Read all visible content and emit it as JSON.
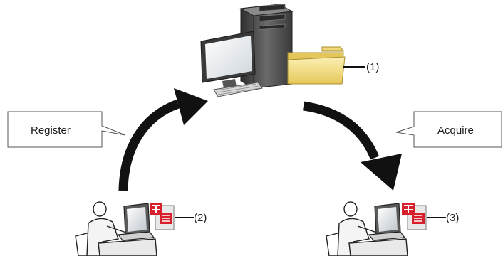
{
  "diagram": {
    "callouts": {
      "register": "Register",
      "acquire": "Acquire"
    },
    "labels": {
      "server_folder": "(1)",
      "sender_file": "(2)",
      "receiver_file": "(3)"
    },
    "icons": {
      "server": "desktop-computer-with-tower-icon",
      "folder": "shared-folder-icon",
      "sender": "person-at-laptop-icon",
      "receiver": "person-at-laptop-icon",
      "file": "project-file-icon"
    },
    "colors": {
      "arrow": "#111111",
      "folder": "#f2dc7a",
      "file_red": "#d6212c",
      "tower": "#4a4a4a"
    }
  }
}
